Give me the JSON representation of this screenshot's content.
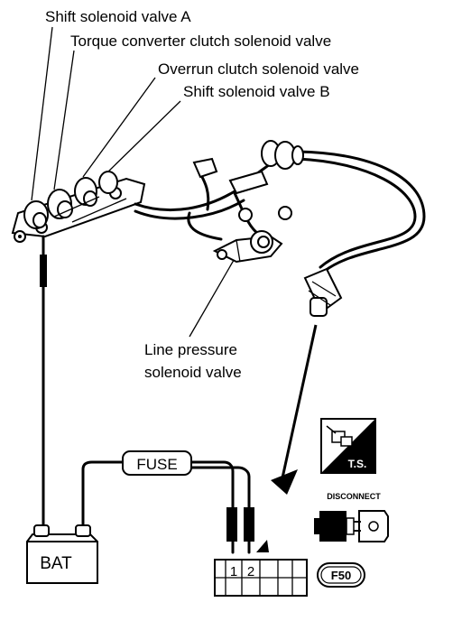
{
  "labels": {
    "shift_a": "Shift solenoid valve A",
    "tcc": "Torque converter clutch solenoid valve",
    "overrun": "Overrun clutch solenoid valve",
    "shift_b": "Shift solenoid valve B",
    "line_pressure_1": "Line pressure",
    "line_pressure_2": "solenoid valve"
  },
  "fuse_label": "FUSE",
  "battery_label": "BAT",
  "connector": {
    "terminal_1": "1",
    "terminal_2": "2",
    "id": "F50"
  },
  "symbols": {
    "ts_label": "T.S.",
    "disconnect_label": "DISCONNECT"
  }
}
